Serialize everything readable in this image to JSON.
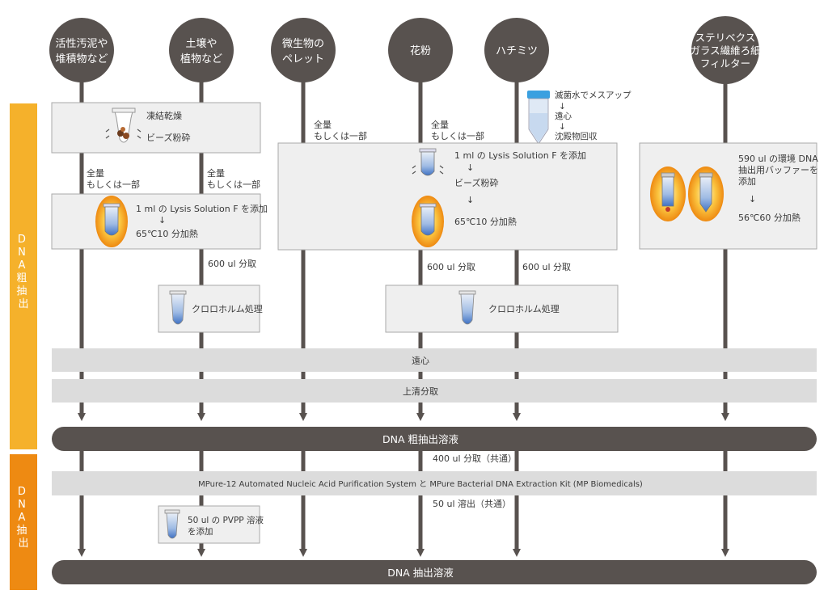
{
  "sources": [
    {
      "lines": [
        "活性汚泥や",
        "堆積物など"
      ]
    },
    {
      "lines": [
        "土壌や",
        "植物など"
      ]
    },
    {
      "lines": [
        "微生物の",
        "ペレット"
      ]
    },
    {
      "lines": [
        "花粉"
      ]
    },
    {
      "lines": [
        "ハチミツ"
      ]
    },
    {
      "lines": [
        "ステリベクス",
        "ガラス繊維ろ紙",
        "フィルター"
      ]
    }
  ],
  "side_labels": {
    "crude": "DNA粗抽出",
    "extract": "DNA抽出"
  },
  "freeze_box": {
    "line1": "凍結乾燥",
    "line2": "ビーズ粉砕"
  },
  "amount_label_1": [
    "全量",
    "もしくは一部"
  ],
  "amount_label_2": [
    "全量",
    "もしくは一部"
  ],
  "amount_label_3": [
    "全量",
    "もしくは一部"
  ],
  "amount_label_4": [
    "全量",
    "もしくは一部"
  ],
  "lysis_box_left": {
    "line1": "1 ml の Lysis Solution F を添加",
    "arrow": "↓",
    "line2": "65℃10 分加熱"
  },
  "honey_prep": [
    "滅菌水でメスアップ",
    "↓",
    "遠心",
    "↓",
    "沈殿物回収"
  ],
  "lysis_box_mid": {
    "line1": "1 ml の Lysis Solution F を添加",
    "arrow1": "↓",
    "line2": "ビーズ粉砕",
    "arrow2": "↓",
    "line3": "65℃10 分加熱"
  },
  "filter_box": {
    "line1": "590 ul の環境 DNA",
    "line2": "抽出用バッファーを",
    "line3": "添加",
    "arrow": "↓",
    "line4": "56℃60 分加熱"
  },
  "split_label_soil": "600 ul 分取",
  "split_label_pollen": "600 ul 分取",
  "split_label_honey": "600 ul 分取",
  "chloroform_left": "クロロホルム処理",
  "chloroform_mid": "クロロホルム処理",
  "centrifuge_band": "遠心",
  "supernatant_band": "上清分取",
  "crude_bar": "DNA 粗抽出溶液",
  "split_common": "400 ul 分取（共通）",
  "mpure_band": "MPure-12 Automated Nucleic Acid Purification System と MPure Bacterial DNA Extraction Kit (MP Biomedicals)",
  "elute_common": "50 ul 溶出（共通）",
  "pvpp_box": [
    "50 ul の PVPP 溶液",
    "を添加"
  ],
  "final_bar": "DNA 抽出溶液",
  "colors": {
    "circle": "#58524f",
    "line": "#58524f",
    "box_fill": "#efefef",
    "box_stroke": "#aaaaaa",
    "band": "#dcdcdc",
    "side_crude": "#f5a623",
    "side_extract": "#ee8a12",
    "tube_blue": "#5b8fd6",
    "glow_orange": "#f7a21b"
  }
}
